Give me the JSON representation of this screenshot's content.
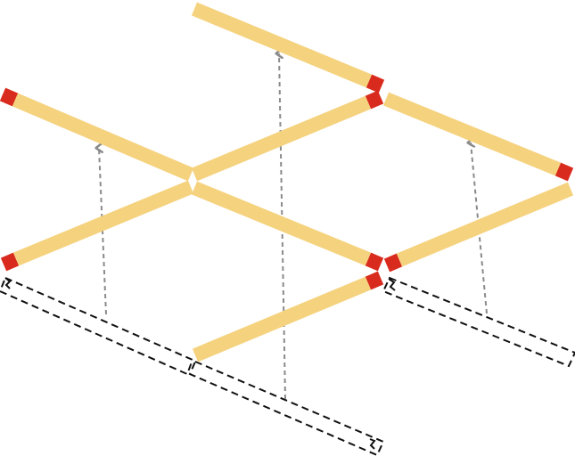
{
  "diagram": {
    "colors": {
      "background": "#ffffff",
      "match_stick": "#F5D27E",
      "match_head": "#D92B1D",
      "outline": "#111111",
      "arrow": "#8A8A8A"
    },
    "matches": [
      {
        "id": "top-right-upper",
        "visible": true
      },
      {
        "id": "upper-left",
        "visible": true
      },
      {
        "id": "upper-middle-right",
        "visible": true
      },
      {
        "id": "upper-far-right",
        "visible": true
      },
      {
        "id": "middle-left",
        "visible": true
      },
      {
        "id": "middle-center",
        "visible": true
      },
      {
        "id": "right-lower",
        "visible": true
      },
      {
        "id": "bottom-center",
        "visible": true
      }
    ],
    "ghost_matches": [
      {
        "id": "ghost-left",
        "visible": true
      },
      {
        "id": "ghost-center",
        "visible": true
      },
      {
        "id": "ghost-right",
        "visible": true
      }
    ],
    "moves": [
      {
        "from": "ghost-left",
        "to": "upper-left",
        "icon": "up-arrow-icon"
      },
      {
        "from": "ghost-center",
        "to": "top-right-upper",
        "icon": "up-arrow-icon"
      },
      {
        "from": "ghost-right",
        "to": "upper-far-right",
        "icon": "up-arrow-icon"
      }
    ]
  }
}
